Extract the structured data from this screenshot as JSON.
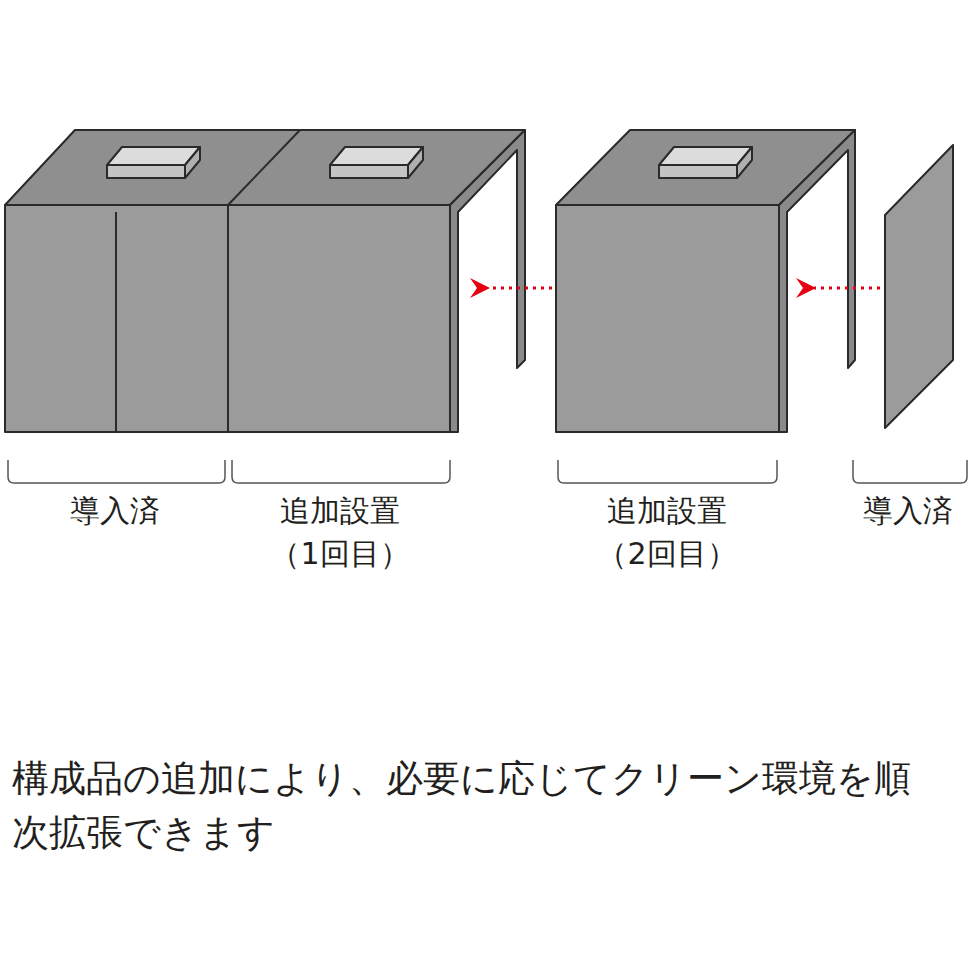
{
  "diagram": {
    "caption": "構成品の追加により、必要に応じてクリーン環境を順次拡張できます",
    "labels": [
      "導入済",
      "追加設置",
      "（1回目）",
      "追加設置",
      "（2回目）",
      "導入済"
    ]
  }
}
